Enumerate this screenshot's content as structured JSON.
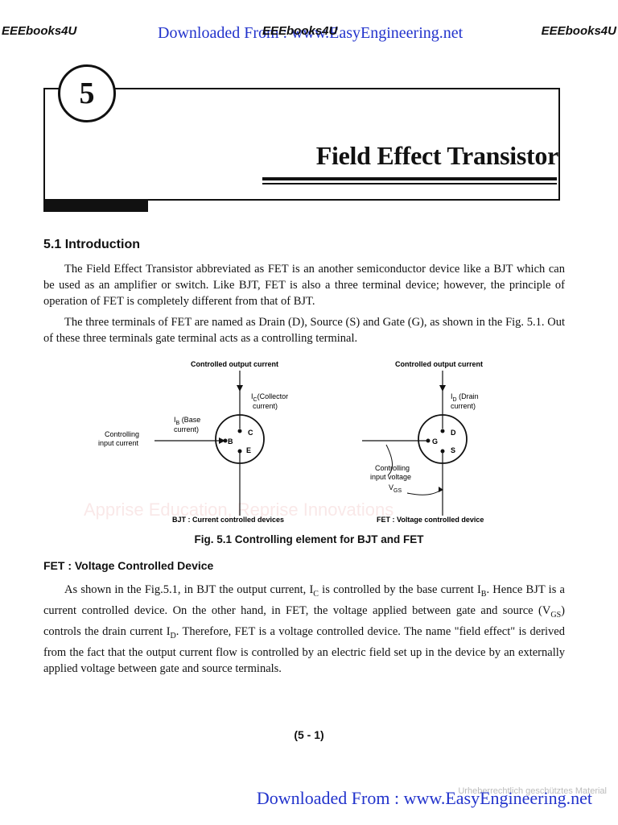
{
  "header": {
    "left_brand": "EEEbooks4U",
    "center_link": "Downloaded From : www.EasyEngineering.net",
    "center_overlay": "EEEbooks4U",
    "right_brand": "EEEbooks4U"
  },
  "chapter": {
    "number": "5",
    "title": "Field Effect Transistor"
  },
  "section": {
    "heading": "5.1 Introduction",
    "paragraphs": [
      "The Field Effect Transistor abbreviated as FET is an another semiconductor device like a BJT which can be used as an amplifier or switch. Like BJT, FET is also a three terminal device; however, the principle of operation of FET is completely different from that of BJT.",
      "The three terminals of FET are named as Drain (D), Source (S) and Gate (G), as shown in the Fig. 5.1. Out of these three terminals gate terminal acts as a controlling terminal."
    ]
  },
  "figure": {
    "bjt": {
      "output_label": "Controlled output current",
      "collector_label_1": "I",
      "collector_label_sub": "C",
      "collector_label_2": "(Collector",
      "collector_label_3": "current)",
      "base_label_1": "I",
      "base_label_sub": "B",
      "base_label_2": " (Base",
      "base_label_3": "current)",
      "input_label_1": "Controlling",
      "input_label_2": "input current",
      "terminal_c": "C",
      "terminal_b": "B",
      "terminal_e": "E",
      "caption": "BJT : Current controlled devices"
    },
    "fet": {
      "output_label": "Controlled output current",
      "drain_label_1": "I",
      "drain_label_sub": "D",
      "drain_label_2": " (Drain",
      "drain_label_3": "current)",
      "input_label_1": "Controlling",
      "input_label_2": "input voltage",
      "vgs_label": "V",
      "vgs_sub": "GS",
      "terminal_d": "D",
      "terminal_g": "G",
      "terminal_s": "S",
      "caption": "FET : Voltage controlled device"
    },
    "caption": "Fig. 5.1 Controlling element for BJT and FET",
    "bg_watermark_1": "Apprise Education, Reprise Innovations"
  },
  "subsection": {
    "heading": "FET : Voltage Controlled Device",
    "paragraph": "As shown in the Fig.5.1, in BJT the output current, I_C is controlled by the base current I_B. Hence BJT is a current controlled device. On the other hand, in FET, the voltage applied between gate and source (V_GS) controls the drain current I_D. Therefore, FET is a voltage controlled device. The name \"field effect\" is derived from the fact that the output current flow is controlled by an electric field set up in the device by an externally applied voltage between gate and source terminals."
  },
  "page_number": "(5 - 1)",
  "footer": {
    "link": "Downloaded From : www.EasyEngineering.net",
    "watermark": "Urheberrechtlich geschütztes Material"
  },
  "colors": {
    "link_blue": "#2233cc",
    "text": "#111111"
  }
}
